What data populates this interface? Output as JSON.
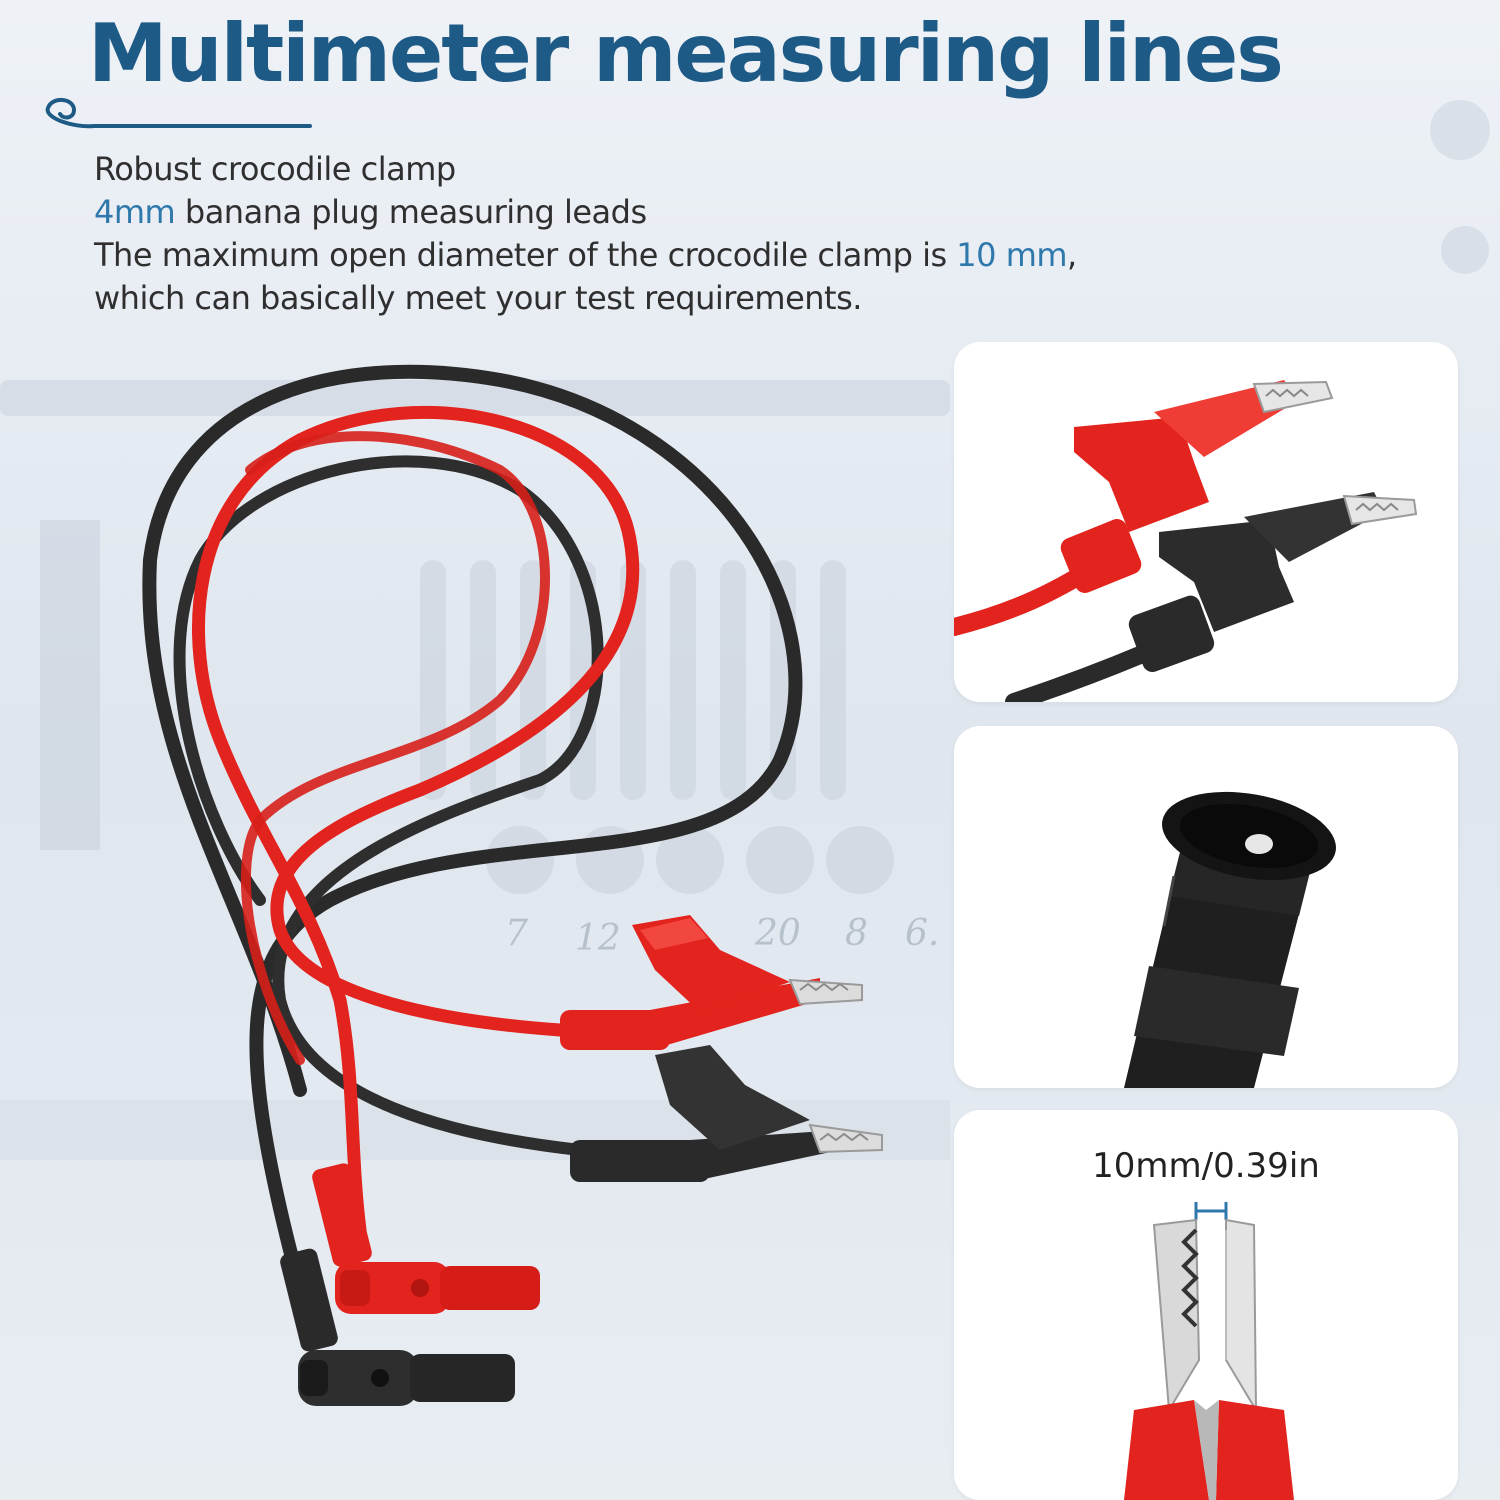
{
  "title": "Multimeter measuring lines",
  "description": {
    "line1": "Robust crocodile clamp",
    "line2_hl": "4mm",
    "line2_rest": " banana plug measuring leads",
    "line3_pre": "The maximum open diameter of the crocodile clamp is ",
    "line3_hl": "10 mm",
    "line3_post": ",",
    "line4": "which can basically meet your test requirements."
  },
  "panels": {
    "dimension_label": "10mm/0.39in"
  },
  "background_marks": [
    "7",
    "12",
    "20",
    "8",
    "6."
  ],
  "colors": {
    "title": "#1e5a86",
    "highlight": "#2e78ab",
    "red_lead": "#e3231d",
    "black_lead": "#2a2a2a",
    "panel_bg": "#ffffff"
  }
}
